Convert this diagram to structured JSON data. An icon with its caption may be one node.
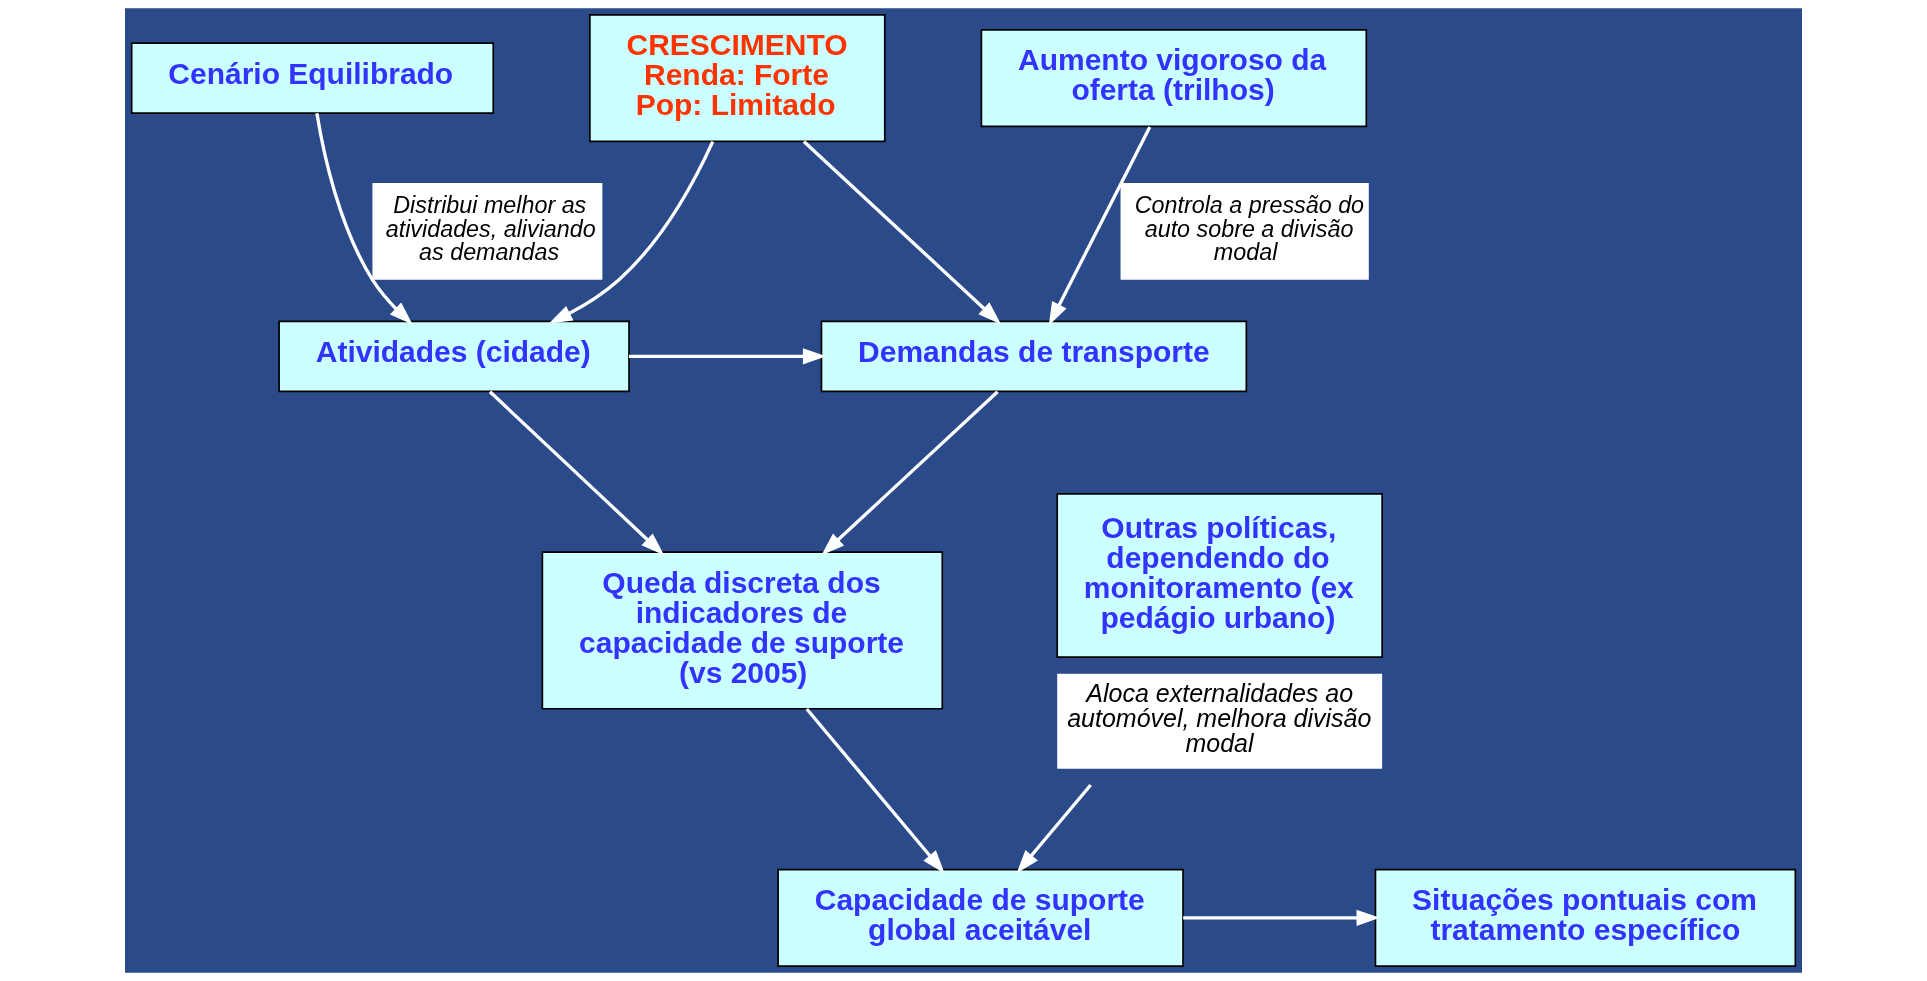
{
  "diagram": {
    "nodes": [
      {
        "text": [
          "CRESCIMENTO Renda: Forte Pop: Limitado"
        ]
      },
      {
        "text": [
          "Cenário Equilibrado"
        ]
      },
      {
        "text": [
          "Aumento vigoroso da oferta (trilhos)"
        ]
      },
      {
        "text": [
          "Atividades (cidade)"
        ]
      },
      {
        "text": [
          "Demandas de transporte"
        ]
      },
      {
        "text": [
          "Queda discreta dos indicadores de capacidade de suporte (vs 2005)"
        ]
      },
      {
        "text": [
          "Outras políticas, dependendo do monitoramento (ex pedágio urbano)"
        ],
        "beside": [
          "Aloca externalidades ao automóvel, melhora divisão modal"
        ]
      },
      {
        "text": [
          "Capacidade de suporte global aceitável"
        ]
      },
      {
        "text": [
          "Situações pontuais com tratamento específico"
        ]
      }
    ],
    "edges": [
      {
        "from": 0,
        "to": 3,
        "arrow": "to"
      },
      {
        "from": 0,
        "to": 4,
        "arrow": "to"
      },
      {
        "from": 1,
        "to": 3,
        "arrow": "to",
        "label": "Distribui melhor as atividades, aliviando as demandas"
      },
      {
        "from": 2,
        "to": 4,
        "arrow": "to",
        "label": "Controla a pressão do auto sobre a divisão modal"
      },
      {
        "from": 3,
        "to": 4,
        "arrow": "to"
      },
      {
        "from": 3,
        "to": 5,
        "arrow": "to"
      },
      {
        "from": 4,
        "to": 5,
        "arrow": "to"
      },
      {
        "from": 5,
        "to": 7,
        "arrow": "to"
      },
      {
        "from": 6,
        "to": 7,
        "arrow": "to"
      },
      {
        "from": 7,
        "to": 8,
        "arrow": "to"
      }
    ]
  }
}
